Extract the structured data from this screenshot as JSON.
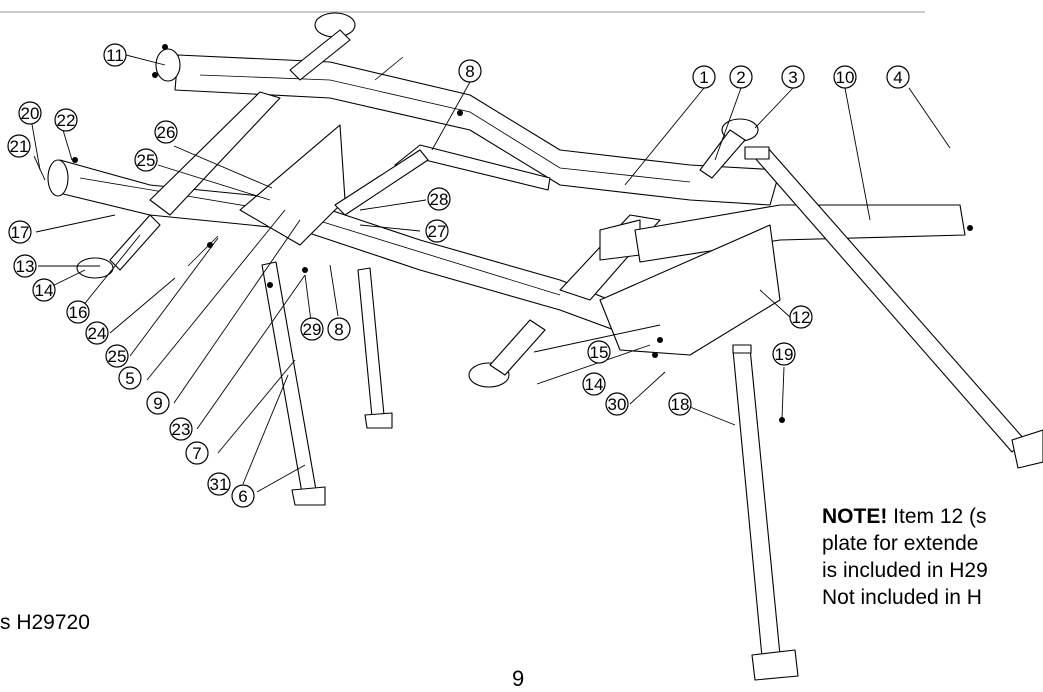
{
  "callouts": [
    "1",
    "2",
    "3",
    "4",
    "5",
    "6",
    "7",
    "8",
    "8",
    "9",
    "10",
    "11",
    "12",
    "13",
    "14",
    "14",
    "15",
    "16",
    "17",
    "18",
    "19",
    "20",
    "21",
    "22",
    "23",
    "24",
    "25",
    "25",
    "26",
    "27",
    "28",
    "29",
    "30",
    "31"
  ],
  "note": {
    "heading": "NOTE!",
    "line1": "Item 12 (s",
    "line2": "plate for extende",
    "line3": "is included in H29",
    "line4": "Not included in H"
  },
  "model_text": "s H29720",
  "page_number": "9"
}
